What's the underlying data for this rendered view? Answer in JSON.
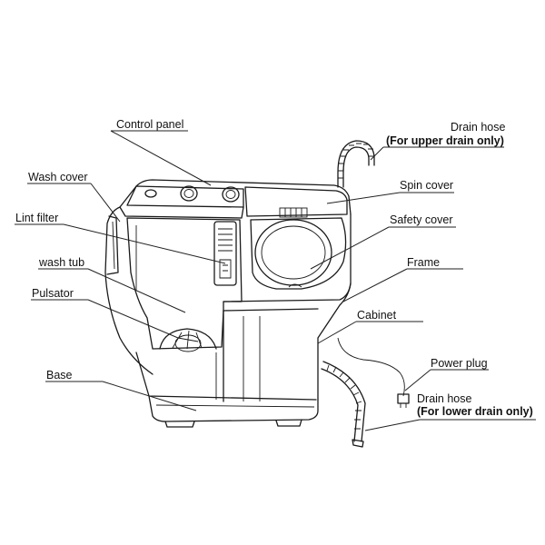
{
  "labels": {
    "control_panel": "Control panel",
    "drain_hose_upper": "Drain hose",
    "drain_hose_upper_note": "(For upper drain only)",
    "wash_cover": "Wash cover",
    "spin_cover": "Spin cover",
    "lint_filter": "Lint filter",
    "safety_cover": "Safety cover",
    "wash_tub": "wash tub",
    "frame": "Frame",
    "pulsator": "Pulsator",
    "cabinet": "Cabinet",
    "power_plug": "Power plug",
    "base": "Base",
    "drain_hose_lower": "Drain hose",
    "drain_hose_lower_note": "(For lower drain only)"
  }
}
